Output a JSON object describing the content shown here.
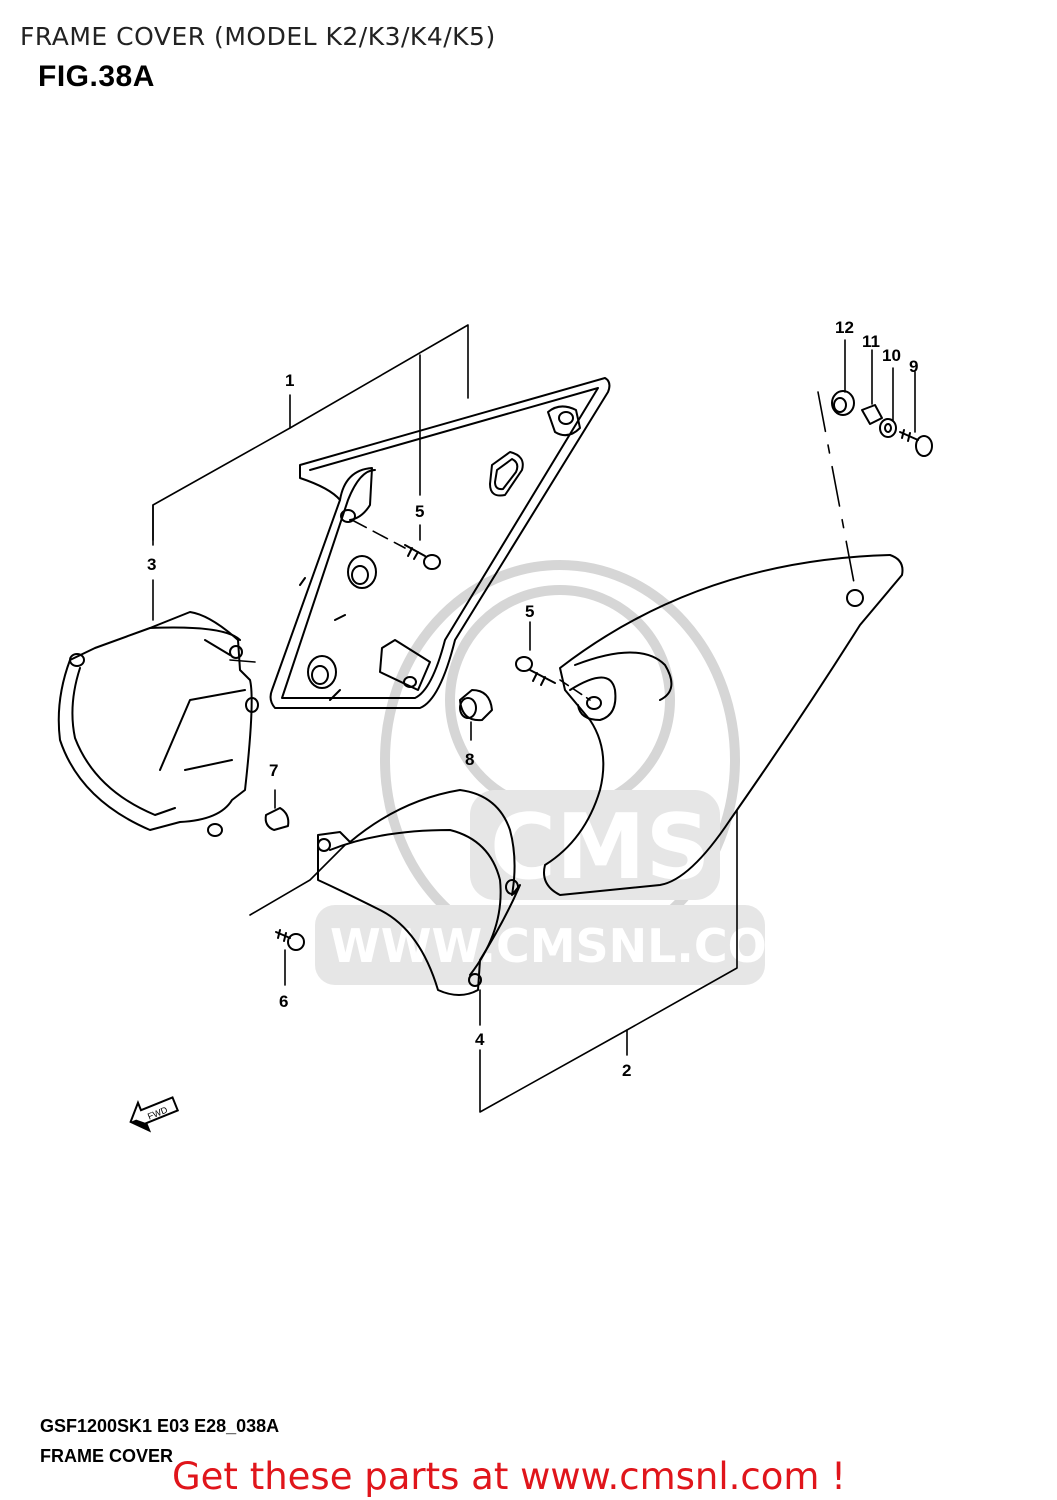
{
  "header": {
    "title": "FRAME COVER (MODEL K2/K3/K4/K5)",
    "figure": "FIG.38A"
  },
  "parts": {
    "p1": "1",
    "p2": "2",
    "p3": "3",
    "p4": "4",
    "p5a": "5",
    "p5b": "5",
    "p6": "6",
    "p7": "7",
    "p8": "8",
    "p9": "9",
    "p10": "10",
    "p11": "11",
    "p12": "12"
  },
  "direction_arrow": "FWD",
  "watermark": {
    "brand": "CMS",
    "url": "WWW.CMSNL.COM"
  },
  "footer": {
    "code": "GSF1200SK1 E03 E28_038A",
    "name": "FRAME COVER"
  },
  "promo": "Get these parts at www.cmsnl.com !",
  "colors": {
    "promo": "#e0151b",
    "watermark": "#d6d6d6",
    "line": "#000000"
  }
}
